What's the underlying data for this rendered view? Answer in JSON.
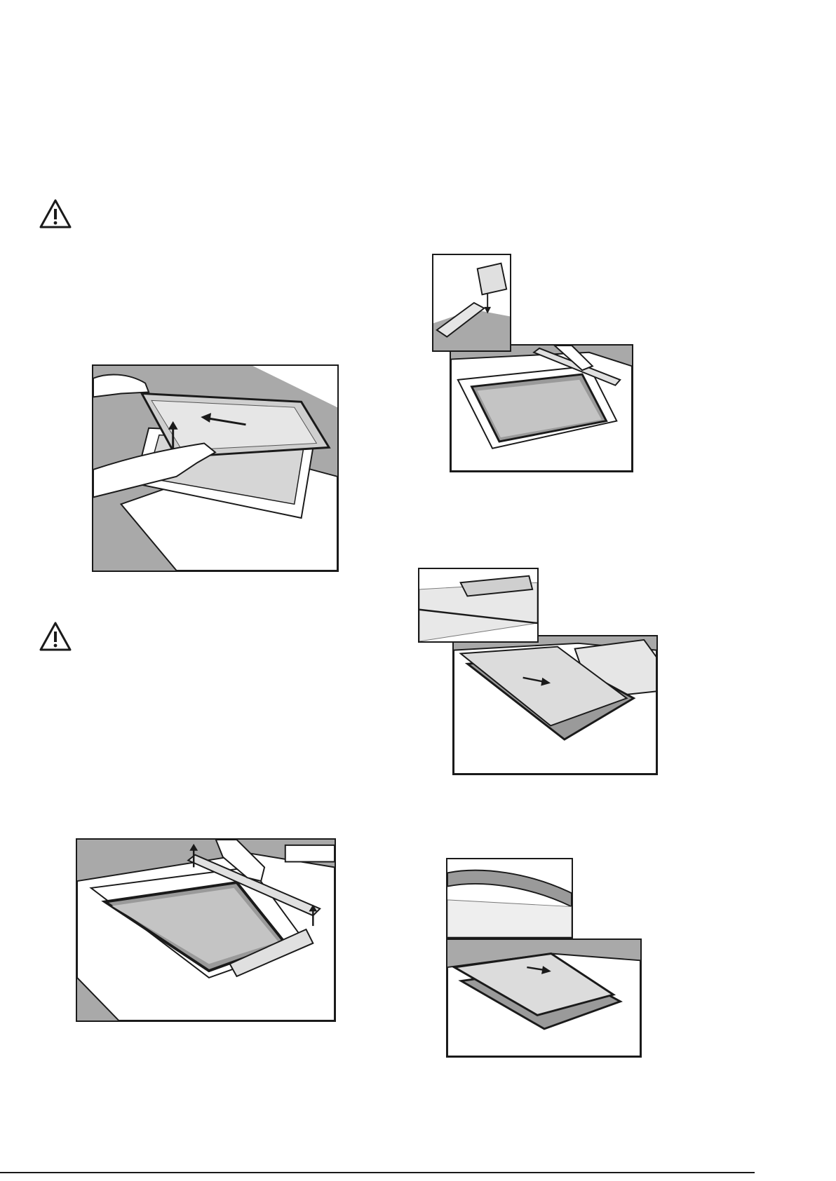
{
  "page": {
    "background": "#ffffff",
    "ink": "#1a1a1a",
    "surface_grey": "#a9a9a9",
    "glass_grey": "#bdbdbd"
  },
  "icons": {
    "warning": "warning-triangle-icon",
    "arrow": "direction-arrow-icon"
  },
  "figures": [
    {
      "id": "remove-glass-panel",
      "arrows": [
        "left",
        "up"
      ]
    },
    {
      "id": "remove-door-trim",
      "arrows": [
        "up",
        "up"
      ]
    },
    {
      "id": "refit-door-trim",
      "arrows": [
        "down"
      ],
      "has_inset": true
    },
    {
      "id": "insert-inner-glass",
      "arrows": [
        "right"
      ],
      "has_inset": true
    },
    {
      "id": "insert-outer-glass",
      "arrows": [
        "right"
      ],
      "has_inset": true
    }
  ]
}
